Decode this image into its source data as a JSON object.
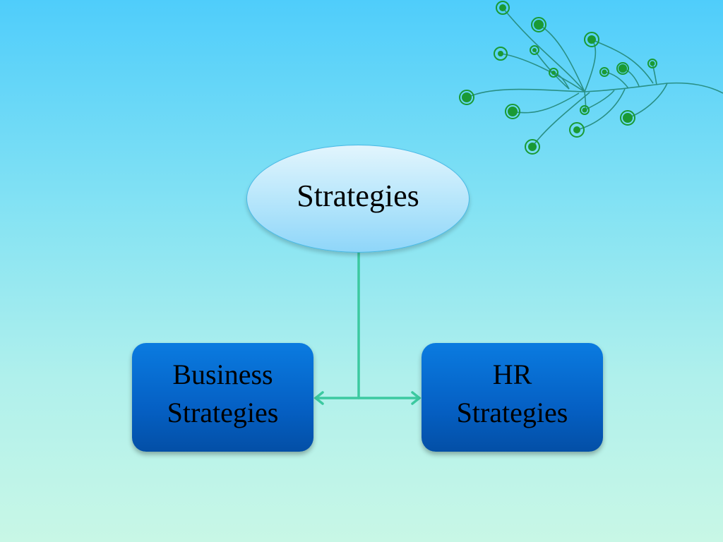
{
  "diagram": {
    "root": {
      "label": "Strategies"
    },
    "children": [
      {
        "line1": "Business",
        "line2": "Strategies"
      },
      {
        "line1": "HR",
        "line2": "Strategies"
      }
    ]
  },
  "colors": {
    "background_top": "#4fcdfb",
    "background_bottom": "#c8f7e6",
    "oval_fill": "#b4e5fb",
    "oval_border": "#49b9e6",
    "box_fill": "#0560c4",
    "connector": "#3cc9a0",
    "vine_stroke": "#2a8f84",
    "vine_dot": "#1a9a34"
  },
  "decorations": {
    "corner_ornament": "vine-with-circles-icon"
  }
}
